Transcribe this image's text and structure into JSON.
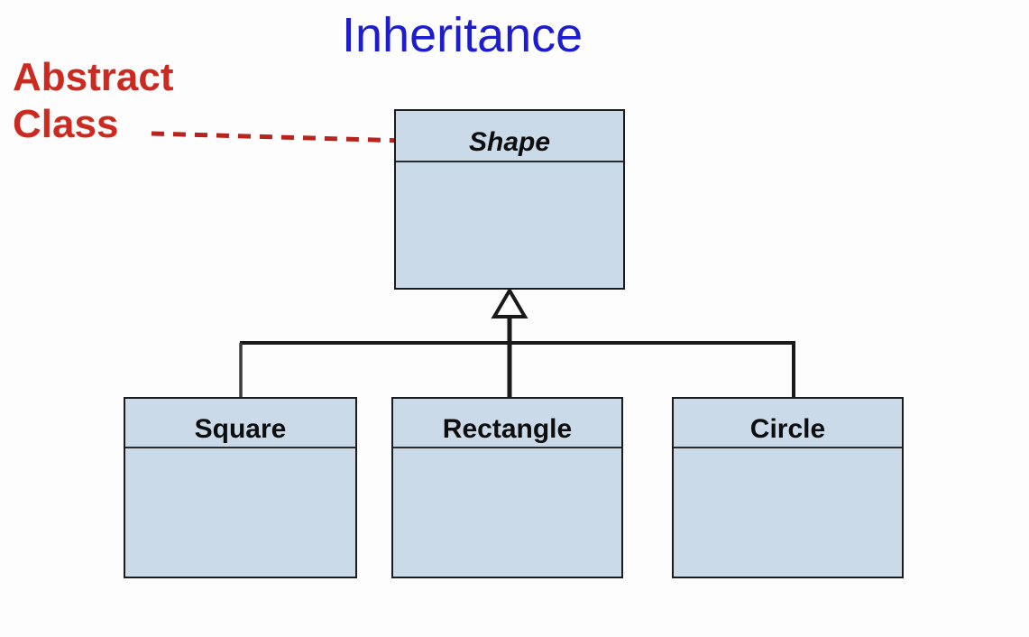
{
  "title": {
    "text": "Inheritance"
  },
  "annotation": {
    "line1": "Abstract",
    "line2": "Class",
    "pointer": "dashed-red-arrow-pointing-to-shape"
  },
  "diagram": {
    "parent_class": {
      "name": "Shape",
      "abstract": true
    },
    "child_classes": [
      {
        "name": "Square"
      },
      {
        "name": "Rectangle"
      },
      {
        "name": "Circle"
      }
    ],
    "relationship": "generalization",
    "generalization_marker": "hollow-triangle-arrow"
  },
  "colors": {
    "title_blue": "#1d1dcb",
    "annotation_red": "#cb2a20",
    "arrow_red": "#b7231d",
    "box_fill": "#cbdae9",
    "box_border": "#1c1c1c",
    "connector_black": "#1a1a1a",
    "triangle_fill": "#ffffff",
    "background": "#fdfdfd"
  }
}
